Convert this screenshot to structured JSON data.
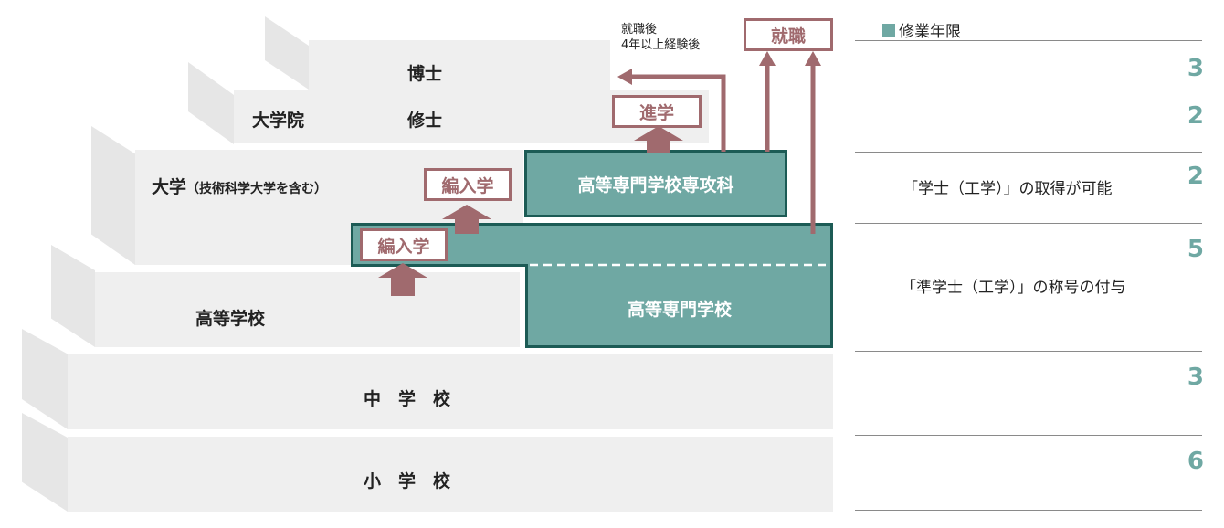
{
  "diagram": {
    "levels": {
      "doctor": "博士",
      "graduate_school": "大学院",
      "master": "修士",
      "university": "大学",
      "university_note": "（技術科学大学を含む）",
      "high_school": "高等学校",
      "junior_high": "中　学　校",
      "elementary": "小　学　校"
    },
    "kosen": {
      "advanced_course": "高等専門学校専攻科",
      "college": "高等専門学校"
    },
    "tags": {
      "advance": "進学",
      "transfer_upper": "編入学",
      "transfer_lower": "編入学",
      "employment": "就職"
    },
    "employment_note": [
      "就職後",
      "4年以上経験後"
    ]
  },
  "right_panel": {
    "legend_title": "修業年限",
    "rows": [
      {
        "years": "3",
        "note": ""
      },
      {
        "years": "2",
        "note": ""
      },
      {
        "years": "2",
        "note": "「学士（工学）」の取得が可能"
      },
      {
        "years": "5",
        "note": "「準学士（工学）」の称号の付与"
      },
      {
        "years": "3",
        "note": ""
      },
      {
        "years": "6",
        "note": ""
      }
    ]
  },
  "colors": {
    "tier_fill": "#efefef",
    "teal_fill": "#6fa8a3",
    "teal_border": "#1c5b55",
    "accent_mauve": "#a06a6e",
    "year_color": "#6fa8a3"
  }
}
